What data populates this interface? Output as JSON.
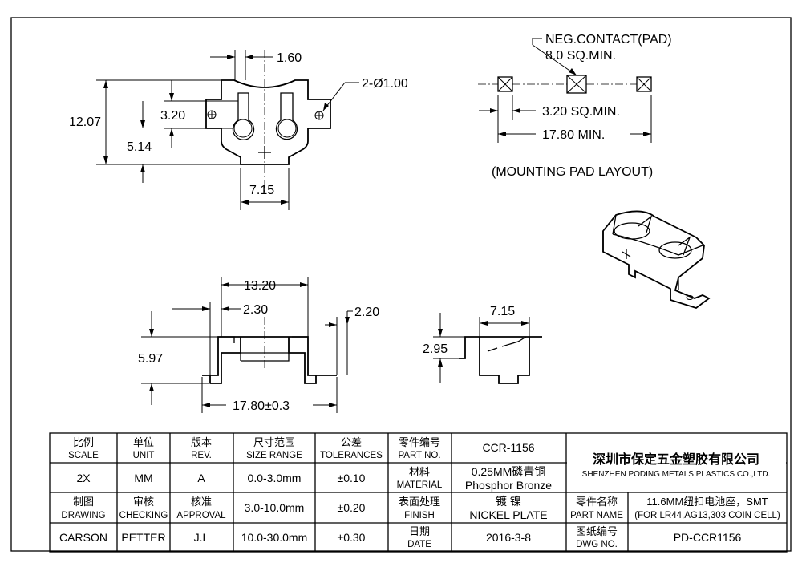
{
  "dims": {
    "top_pin_width": "1.60",
    "hole_callout": "2-Ø1.00",
    "overall_height": "12.07",
    "contact_offset": "3.20",
    "lower_height": "5.14",
    "bottom_width": "7.15",
    "side_width": "13.20",
    "side_inner": "2.30",
    "side_tab": "2.20",
    "side_height": "5.97",
    "side_length": "17.80±0.3",
    "end_width": "7.15",
    "end_height": "2.95"
  },
  "pad_layout": {
    "callout_line1": "NEG.CONTACT(PAD)",
    "callout_line2": "8.0 SQ.MIN.",
    "pad_size": "3.20 SQ.MIN.",
    "pad_span": "17.80 MIN.",
    "title": "(MOUNTING PAD LAYOUT)"
  },
  "title_block": {
    "headers": [
      {
        "zh": "比例",
        "en": "SCALE"
      },
      {
        "zh": "单位",
        "en": "UNIT"
      },
      {
        "zh": "版本",
        "en": "REV."
      },
      {
        "zh": "尺寸范围",
        "en": "SIZE RANGE"
      },
      {
        "zh": "公差",
        "en": "TOLERANCES"
      },
      {
        "zh": "零件编号",
        "en": "PART NO."
      }
    ],
    "part_no": "CCR-1156",
    "row1": {
      "scale": "2X",
      "unit": "MM",
      "rev": "A",
      "range": "0.0-3.0mm",
      "tol": "±0.10"
    },
    "material_label": {
      "zh": "材料",
      "en": "MATERIAL"
    },
    "material_value_zh": "0.25MM磷青铜",
    "material_value_en": "Phosphor Bronze",
    "row2_labels": [
      {
        "zh": "制图",
        "en": "DRAWING"
      },
      {
        "zh": "审核",
        "en": "CHECKING"
      },
      {
        "zh": "核准",
        "en": "APPROVAL"
      }
    ],
    "row2": {
      "range": "3.0-10.0mm",
      "tol": "±0.20"
    },
    "finish_label": {
      "zh": "表面处理",
      "en": "FINISH"
    },
    "finish_value_zh": "镀 镍",
    "finish_value_en": "NICKEL PLATE",
    "row3": {
      "drawing": "CARSON",
      "checking": "PETTER",
      "approval": "J.L",
      "range": "10.0-30.0mm",
      "tol": "±0.30"
    },
    "date_label": {
      "zh": "日期",
      "en": "DATE"
    },
    "date_value": "2016-3-8",
    "company_zh": "深圳市保定五金塑胶有限公司",
    "company_en": "SHENZHEN PODING METALS PLASTICS CO.,LTD.",
    "part_name_label": {
      "zh": "零件名称",
      "en": "PART NAME"
    },
    "part_name_value_1": "11.6MM纽扣电池座，SMT",
    "part_name_value_2": "(FOR LR44,AG13,303 COIN CELL)",
    "dwg_label": {
      "zh": "图纸编号",
      "en": "DWG NO."
    },
    "dwg_value": "PD-CCR1156"
  }
}
